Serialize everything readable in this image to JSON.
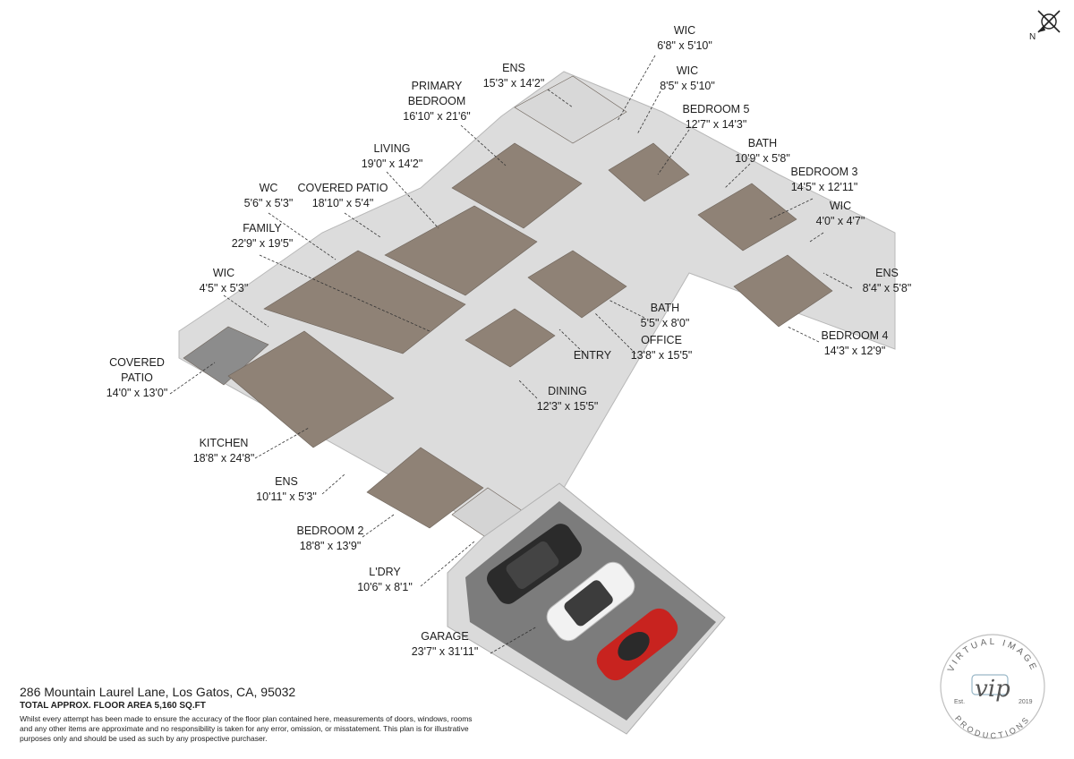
{
  "rooms": [
    {
      "id": "wic-1",
      "name": "WIC",
      "dim": "6'8\" x 5'10\""
    },
    {
      "id": "ens-1",
      "name": "ENS",
      "dim": "15'3\" x 14'2\""
    },
    {
      "id": "wic-2",
      "name": "WIC",
      "dim": "8'5\" x 5'10\""
    },
    {
      "id": "primary-bedroom",
      "name": "PRIMARY\nBEDROOM",
      "dim": "16'10\" x 21'6\""
    },
    {
      "id": "bedroom-5",
      "name": "BEDROOM 5",
      "dim": "12'7\" x 14'3\""
    },
    {
      "id": "living",
      "name": "LIVING",
      "dim": "19'0\" x 14'2\""
    },
    {
      "id": "bath-1",
      "name": "BATH",
      "dim": "10'9\" x 5'8\""
    },
    {
      "id": "bedroom-3",
      "name": "BEDROOM 3",
      "dim": "14'5\" x 12'11\""
    },
    {
      "id": "wc",
      "name": "WC",
      "dim": "5'6\" x 5'3\""
    },
    {
      "id": "covered-patio-1",
      "name": "COVERED PATIO",
      "dim": "18'10\" x 5'4\""
    },
    {
      "id": "wic-3",
      "name": "WIC",
      "dim": "4'0\" x 4'7\""
    },
    {
      "id": "family",
      "name": "FAMILY",
      "dim": "22'9\" x 19'5\""
    },
    {
      "id": "ens-2",
      "name": "ENS",
      "dim": "8'4\" x 5'8\""
    },
    {
      "id": "wic-4",
      "name": "WIC",
      "dim": "4'5\" x 5'3\""
    },
    {
      "id": "bath-2",
      "name": "BATH",
      "dim": "5'5\" x 8'0\""
    },
    {
      "id": "bedroom-4",
      "name": "BEDROOM 4",
      "dim": "14'3\" x 12'9\""
    },
    {
      "id": "office",
      "name": "OFFICE",
      "dim": "13'8\" x 15'5\""
    },
    {
      "id": "covered-patio-2",
      "name": "COVERED\nPATIO",
      "dim": "14'0\" x 13'0\""
    },
    {
      "id": "entry",
      "name": "ENTRY",
      "dim": ""
    },
    {
      "id": "dining",
      "name": "DINING",
      "dim": "12'3\" x 15'5\""
    },
    {
      "id": "kitchen",
      "name": "KITCHEN",
      "dim": "18'8\" x 24'8\""
    },
    {
      "id": "ens-3",
      "name": "ENS",
      "dim": "10'11\" x 5'3\""
    },
    {
      "id": "bedroom-2",
      "name": "BEDROOM 2",
      "dim": "18'8\" x 13'9\""
    },
    {
      "id": "laundry",
      "name": "L'DRY",
      "dim": "10'6\" x 8'1\""
    },
    {
      "id": "garage",
      "name": "GARAGE",
      "dim": "23'7\" x 31'11\""
    }
  ],
  "footer": {
    "address": "286 Mountain Laurel Lane, Los Gatos, CA, 95032",
    "area": "TOTAL APPROX. FLOOR AREA 5,160 SQ.FT",
    "disclaimer": "Whilst every attempt has been made to ensure the accuracy of the floor plan contained here, measurements of doors, windows, rooms and any other items are approximate and no responsibility is taken for any error, omission, or misstatement. This plan is for illustrative purposes only and should be used as such by any prospective purchaser."
  },
  "compass": {
    "label": "N"
  },
  "logo": {
    "top_text": "VIRTUAL IMAGE",
    "bottom_text": "PRODUCTIONS",
    "monogram": "vip",
    "est": "Est.",
    "year": "2019"
  },
  "colors": {
    "floor": "#8a7d70",
    "wall": "#f4f4f4",
    "wall_edge": "#bdbdbd",
    "garage_floor": "#7a7a7a",
    "car_red": "#c8231f",
    "car_dark": "#2b2b2b",
    "car_white": "#f2f2f2"
  }
}
